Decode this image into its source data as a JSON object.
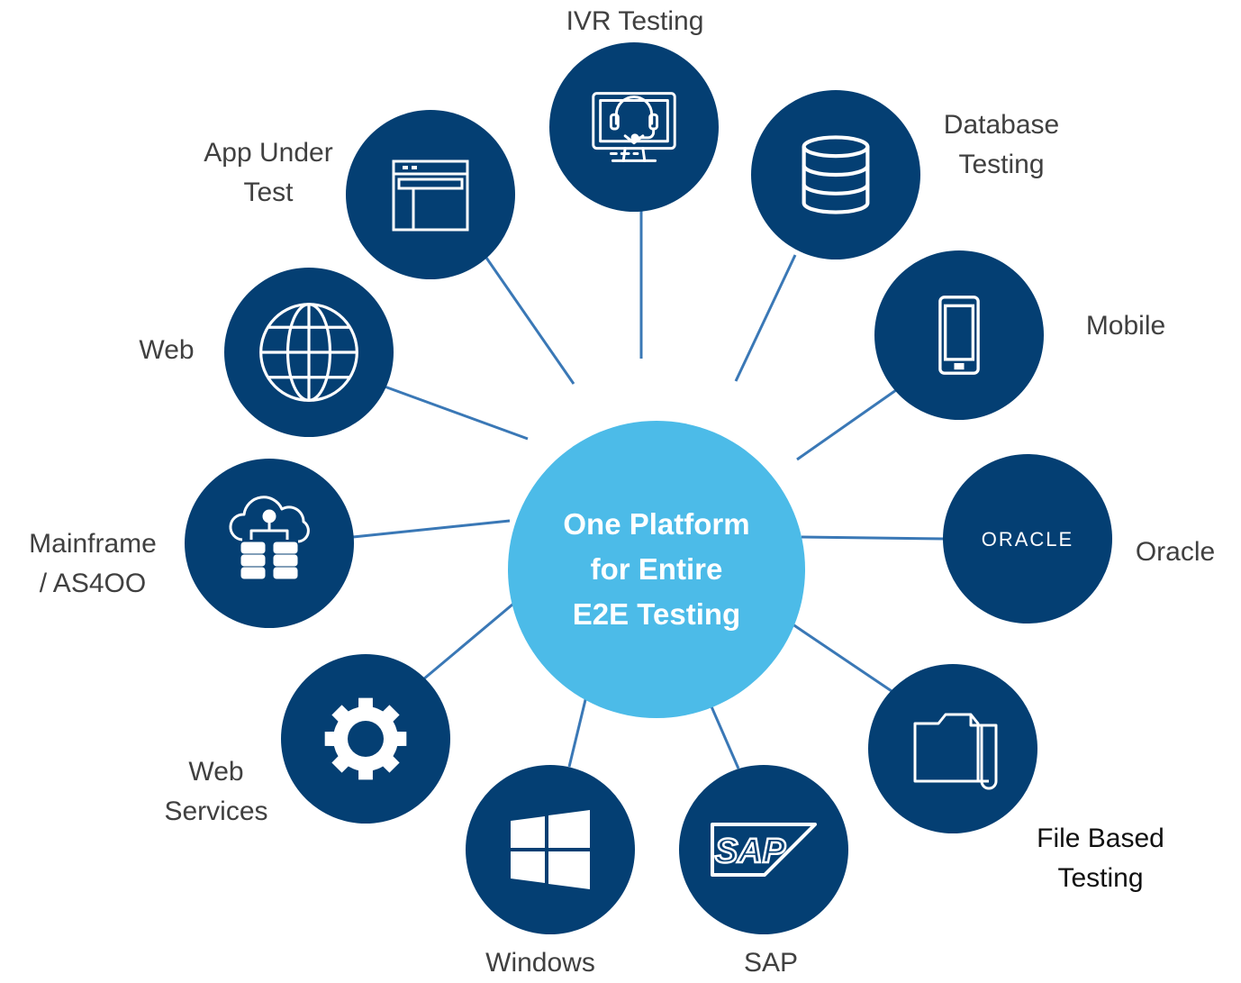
{
  "hub": {
    "title": "One Platform\nfor Entire\n E2E Testing"
  },
  "colors": {
    "node": "#043f73",
    "hub": "#4cbbe8",
    "connector": "#3a78b6",
    "label": "#404040"
  },
  "nodes": [
    {
      "id": "ivr",
      "label": "IVR Testing",
      "icon": "support-headset-monitor-icon"
    },
    {
      "id": "database",
      "label": "Database\nTesting",
      "icon": "database-icon"
    },
    {
      "id": "mobile",
      "label": "Mobile",
      "icon": "mobile-phone-icon"
    },
    {
      "id": "oracle",
      "label": "Oracle",
      "icon": "oracle-logo",
      "logo_text": "ORACLE"
    },
    {
      "id": "file",
      "label": "File Based\nTesting",
      "icon": "folder-icon"
    },
    {
      "id": "sap",
      "label": "SAP",
      "icon": "sap-logo",
      "logo_text": "SAP"
    },
    {
      "id": "windows",
      "label": "Windows",
      "icon": "windows-logo"
    },
    {
      "id": "webservices",
      "label": "Web\nServices",
      "icon": "gear-icon"
    },
    {
      "id": "mainframe",
      "label": "Mainframe\n/ AS4OO",
      "icon": "cloud-server-icon"
    },
    {
      "id": "web",
      "label": "Web",
      "icon": "globe-icon"
    },
    {
      "id": "app",
      "label": "App Under\nTest",
      "icon": "browser-window-icon"
    }
  ]
}
